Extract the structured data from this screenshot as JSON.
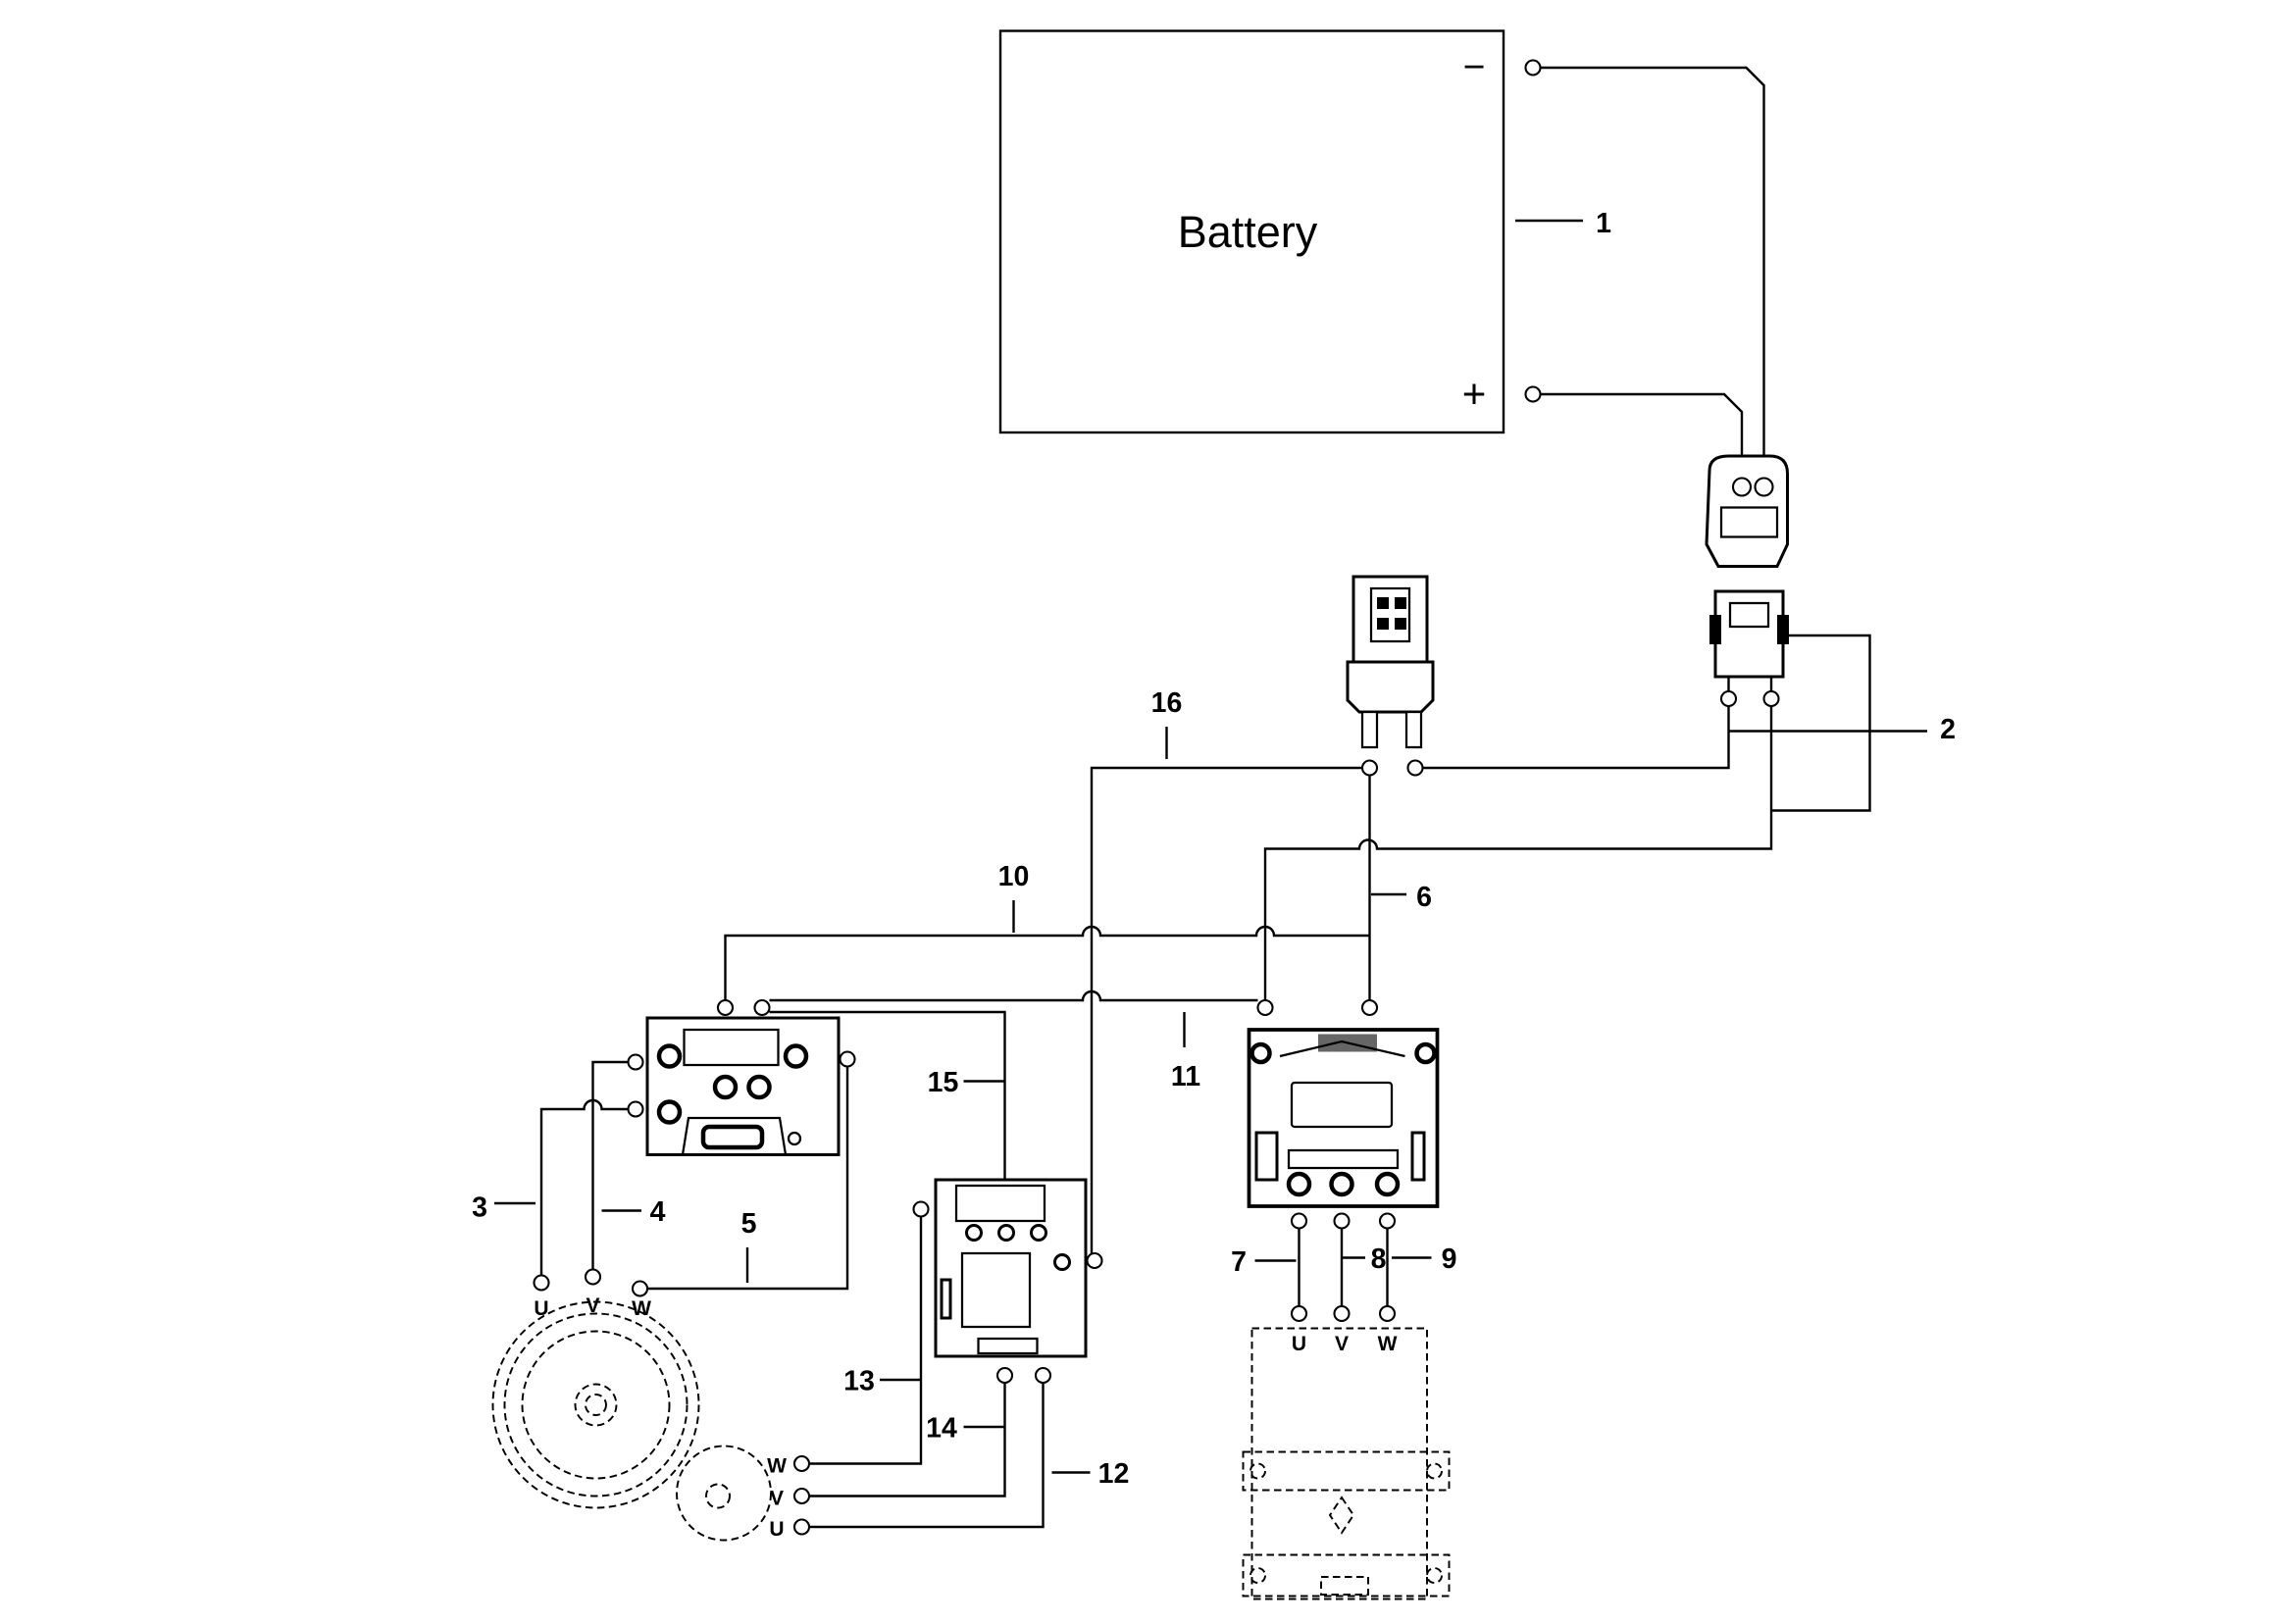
{
  "battery": {
    "label": "Battery",
    "negative": "−",
    "positive": "+"
  },
  "callouts": {
    "c1": "1",
    "c2": "2",
    "c3": "3",
    "c4": "4",
    "c5": "5",
    "c6": "6",
    "c7": "7",
    "c8": "8",
    "c9": "9",
    "c10": "10",
    "c11": "11",
    "c12": "12",
    "c13": "13",
    "c14": "14",
    "c15": "15",
    "c16": "16"
  },
  "phases": {
    "traction": [
      "U",
      "V",
      "W"
    ],
    "pump": [
      "W",
      "V",
      "U"
    ],
    "steer": [
      "U",
      "V",
      "W"
    ]
  }
}
